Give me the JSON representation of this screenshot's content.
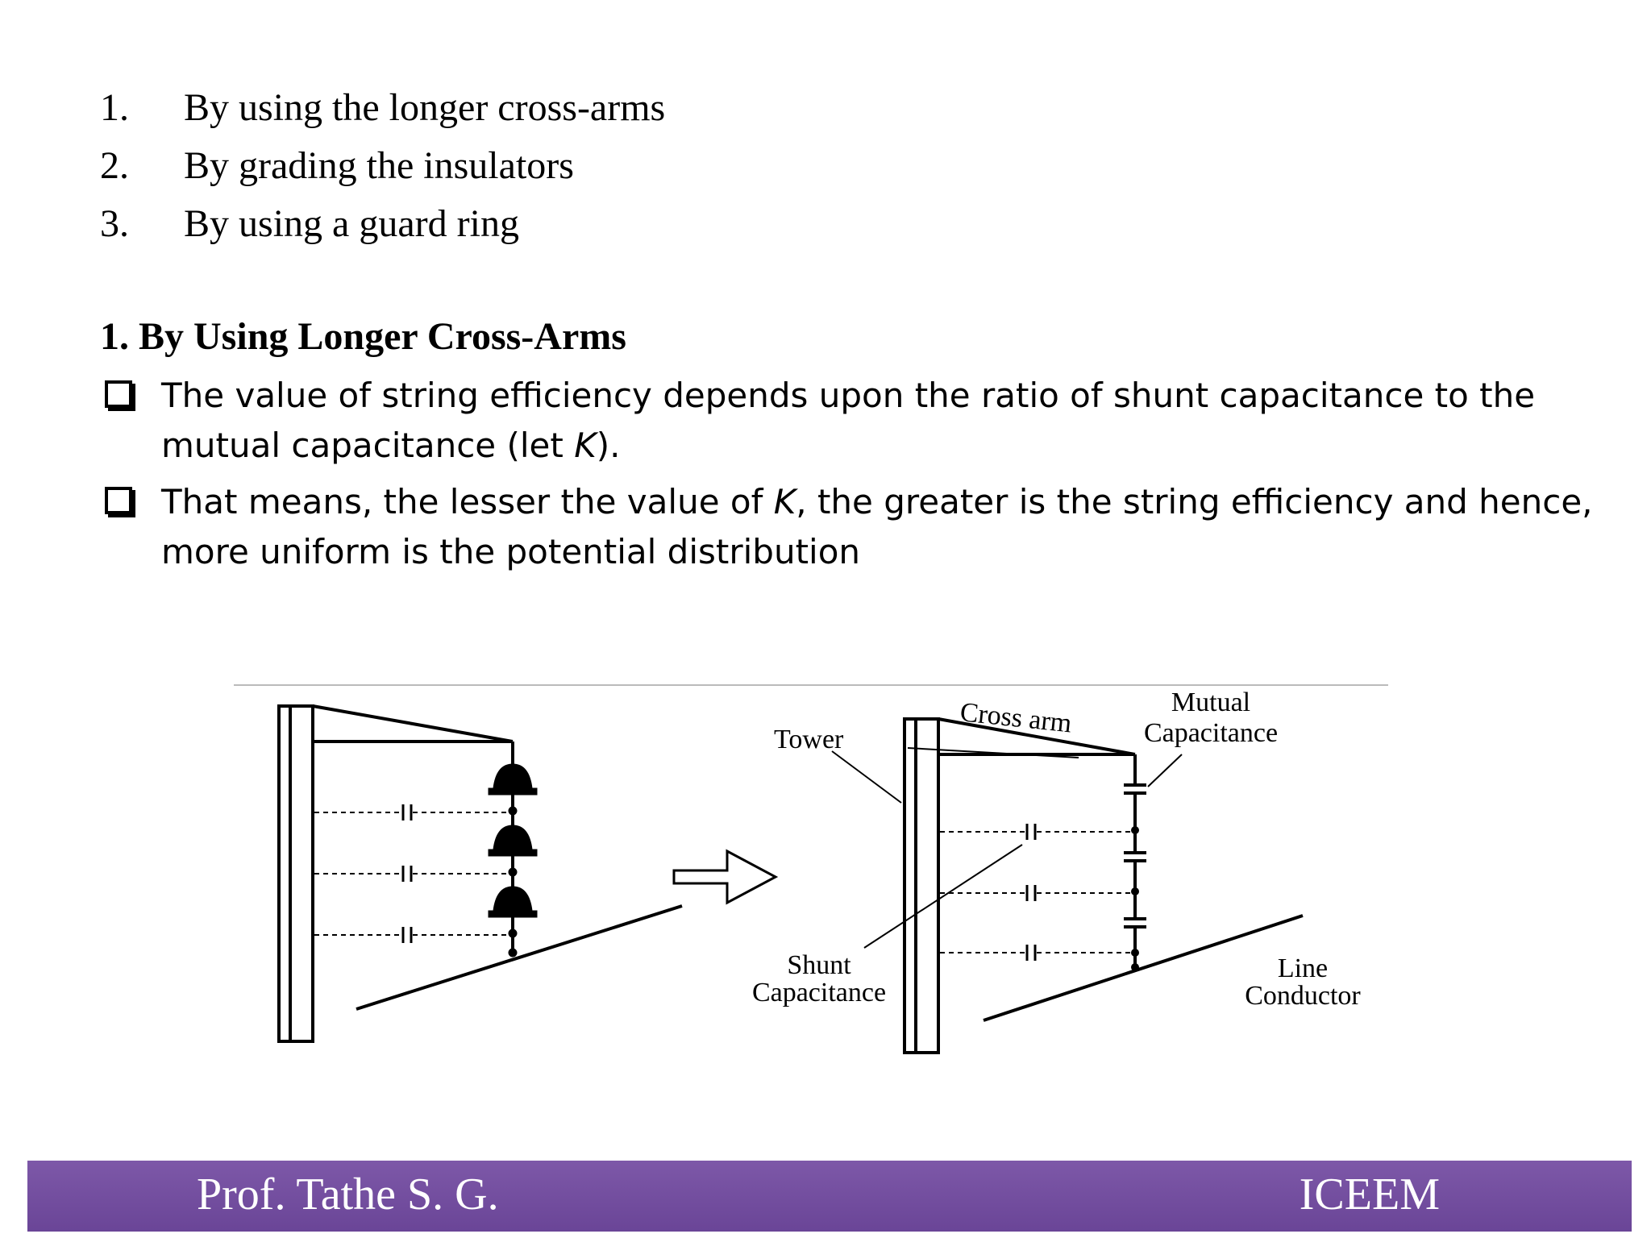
{
  "methods": [
    {
      "num": "1.",
      "text": "By using the longer cross-arms"
    },
    {
      "num": "2.",
      "text": "By grading the insulators"
    },
    {
      "num": "3.",
      "text": "By using a guard ring"
    }
  ],
  "section_heading": "1. By Using Longer Cross-Arms",
  "bullets": {
    "b1": {
      "part1": "The value of string efficiency depends upon the ratio of shunt capacitance to the mutual capacitance (let ",
      "k": "K",
      "part2": ")."
    },
    "b2": {
      "part1": "That means, the lesser the value of ",
      "k": "K",
      "part2": ", the greater is the string efficiency and hence, more uniform is the potential distribution"
    }
  },
  "figure": {
    "tower": "Tower",
    "cross_arm": "Cross arm",
    "mutual_1": "Mutual",
    "mutual_2": "Capacitance",
    "shunt_1": "Shunt",
    "shunt_2": "Capacitance",
    "line_1": "Line",
    "line_2": "Conductor"
  },
  "footer": {
    "author": "Prof. Tathe S. G.",
    "org": "ICEEM"
  }
}
